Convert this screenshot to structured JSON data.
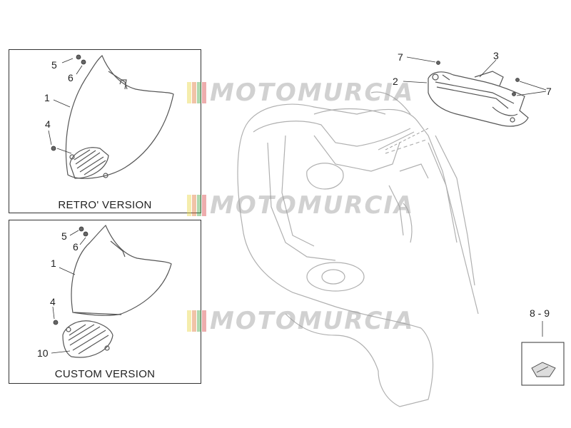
{
  "panels": {
    "retro": {
      "caption": "RETRO' VERSION"
    },
    "custom": {
      "caption": "CUSTOM VERSION"
    }
  },
  "callouts": {
    "retro_5": "5",
    "retro_6": "6",
    "retro_1": "1",
    "retro_4": "4",
    "custom_5": "5",
    "custom_6": "6",
    "custom_1": "1",
    "custom_4": "4",
    "custom_10": "10",
    "main_7a": "7",
    "main_3": "3",
    "main_2": "2",
    "main_7b": "7",
    "clip_89": "8 - 9"
  },
  "watermark": {
    "text": "MOTOMURCIA",
    "bar_colors": [
      "#e8d84a",
      "#e07a3c",
      "#4aa84a",
      "#d84a4a"
    ]
  },
  "colors": {
    "line": "#555555",
    "light_line": "#aaaaaa",
    "border": "#333333"
  }
}
